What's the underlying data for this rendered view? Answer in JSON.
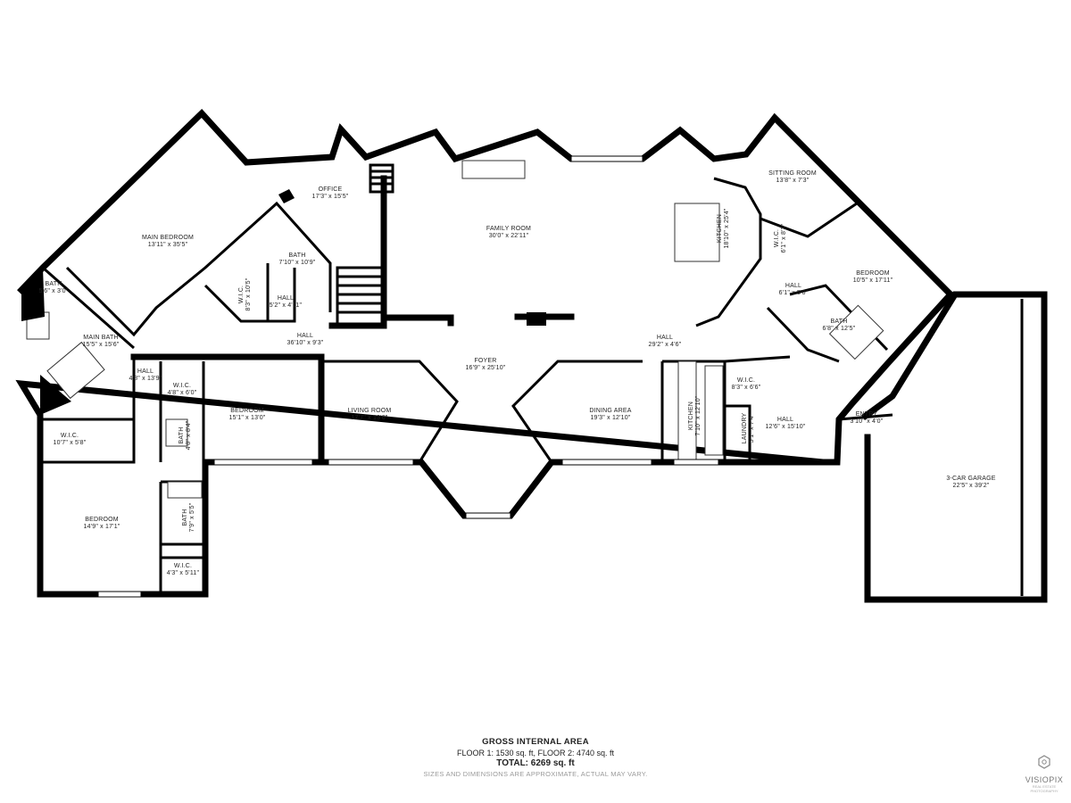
{
  "rooms": [
    {
      "id": "main-bedroom",
      "name": "MAIN BEDROOM",
      "dim": "13'11\" x 35'5\""
    },
    {
      "id": "office",
      "name": "OFFICE",
      "dim": "17'3\" x 15'5\""
    },
    {
      "id": "family-room",
      "name": "FAMILY ROOM",
      "dim": "30'0\" x 22'11\""
    },
    {
      "id": "kitchen",
      "name": "KITCHEN",
      "dim": "18'10\" x 25'4\""
    },
    {
      "id": "sitting-room",
      "name": "SITTING ROOM",
      "dim": "13'8\" x 7'3\""
    },
    {
      "id": "wic-ne",
      "name": "W.I.C.",
      "dim": "6'1\" x 8'3\""
    },
    {
      "id": "bedroom-ne",
      "name": "BEDROOM",
      "dim": "10'5\" x 17'11\""
    },
    {
      "id": "hall-ne",
      "name": "HALL",
      "dim": "6'1\" x 5'0\""
    },
    {
      "id": "bath-ne",
      "name": "BATH",
      "dim": "6'8\" x 12'5\""
    },
    {
      "id": "bath-main-upper",
      "name": "BATH",
      "dim": "5'6\" x 3'0\""
    },
    {
      "id": "main-bath",
      "name": "MAIN BATH",
      "dim": "15'5\" x 15'6\""
    },
    {
      "id": "bath-center",
      "name": "BATH",
      "dim": "7'10\" x 10'9\""
    },
    {
      "id": "wic-center",
      "name": "W.I.C.",
      "dim": "8'3\" x 10'5\""
    },
    {
      "id": "hall-small",
      "name": "HALL",
      "dim": "5'2\" x 4'11\""
    },
    {
      "id": "hall-main",
      "name": "HALL",
      "dim": "36'10\" x 9'3\""
    },
    {
      "id": "hall-east",
      "name": "HALL",
      "dim": "29'2\" x 4'6\""
    },
    {
      "id": "foyer",
      "name": "FOYER",
      "dim": "16'9\" x 25'10\""
    },
    {
      "id": "hall-west",
      "name": "HALL",
      "dim": "4'8\" x 13'9\""
    },
    {
      "id": "wic-small",
      "name": "W.I.C.",
      "dim": "4'8\" x 6'0\""
    },
    {
      "id": "bedroom-center",
      "name": "BEDROOM",
      "dim": "15'1\" x 13'0\""
    },
    {
      "id": "living-room",
      "name": "LIVING ROOM",
      "dim": "17'7\" x 13'0\""
    },
    {
      "id": "dining-area",
      "name": "DINING AREA",
      "dim": "19'3\" x 12'10\""
    },
    {
      "id": "kitchen-small",
      "name": "KITCHEN",
      "dim": "7'10\" x 12'10\""
    },
    {
      "id": "wic-east",
      "name": "W.I.C.",
      "dim": "8'3\" x 6'6\""
    },
    {
      "id": "laundry",
      "name": "LAUNDRY",
      "dim": "5'1\" x 7'4\""
    },
    {
      "id": "hall-se",
      "name": "HALL",
      "dim": "12'6\" x 15'10\""
    },
    {
      "id": "entry",
      "name": "ENTRY",
      "dim": "3'10\" x 4'0\""
    },
    {
      "id": "garage",
      "name": "3-CAR GARAGE",
      "dim": "22'5\" x 39'2\""
    },
    {
      "id": "wic-west",
      "name": "W.I.C.",
      "dim": "10'7\" x 5'8\""
    },
    {
      "id": "bath-west",
      "name": "BATH",
      "dim": "4'8\" x 8'4\""
    },
    {
      "id": "bedroom-sw",
      "name": "BEDROOM",
      "dim": "14'9\" x 17'1\""
    },
    {
      "id": "bath-sw",
      "name": "BATH",
      "dim": "7'9\" x 5'5\""
    },
    {
      "id": "wic-sw",
      "name": "W.I.C.",
      "dim": "4'3\" x 5'11\""
    }
  ],
  "footer": {
    "title": "GROSS INTERNAL AREA",
    "floors": "FLOOR 1: 1530 sq. ft, FLOOR 2: 4740 sq. ft",
    "total": "TOTAL: 6269 sq. ft",
    "note": "SIZES AND DIMENSIONS ARE APPROXIMATE, ACTUAL MAY VARY."
  },
  "brand": {
    "name": "VISIOPIX",
    "tagline": "REAL ESTATE PHOTOGRAPHY",
    "icon": "hexagon-logo-icon"
  }
}
